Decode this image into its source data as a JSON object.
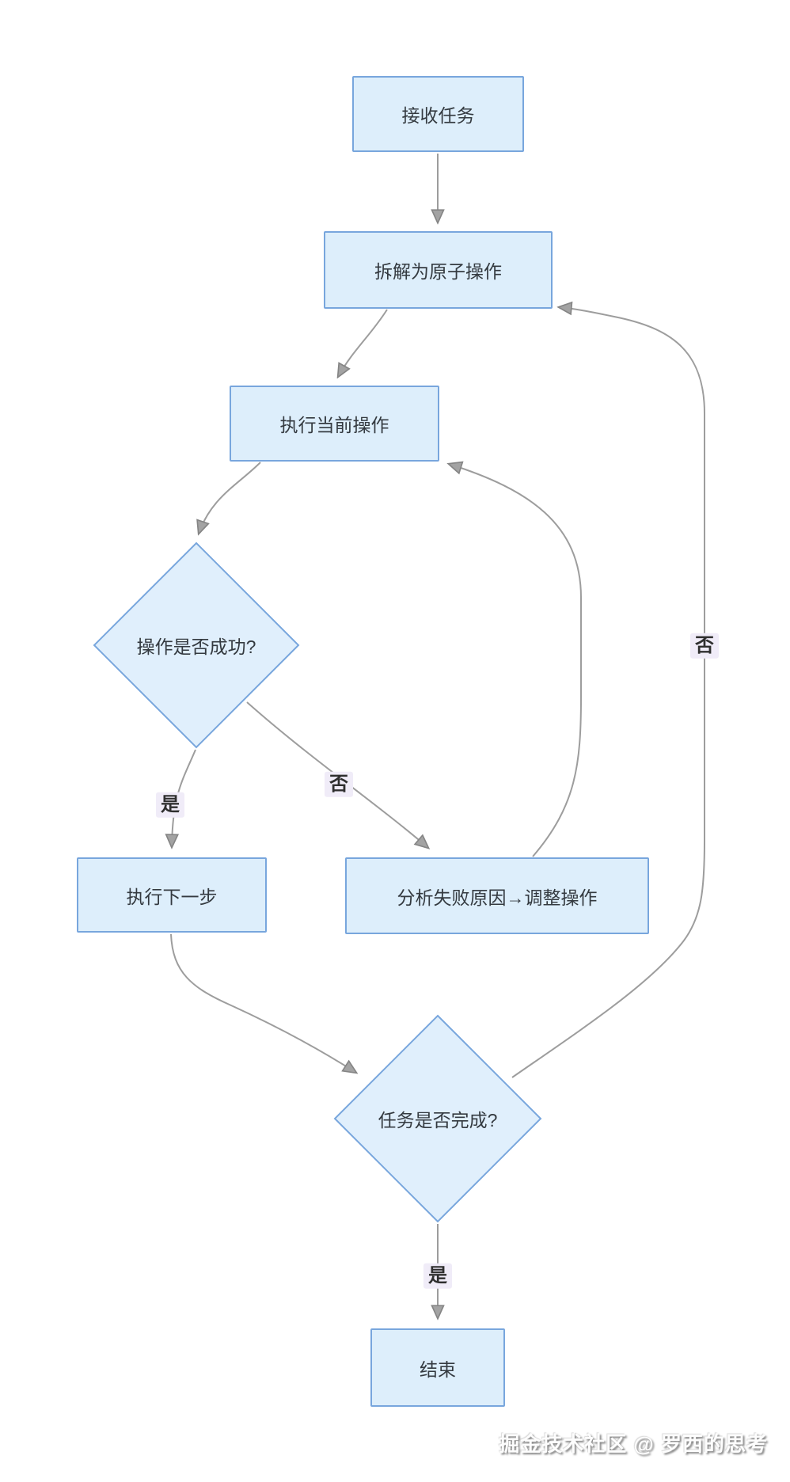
{
  "theme": {
    "background": "#ffffff",
    "node_fill": "#ddeefb",
    "node_border": "#78a6dd",
    "edge_color": "#9d9d9d",
    "text_color": "#343a40",
    "edge_label_bg": "#f0ecf8"
  },
  "diagram": {
    "type": "flowchart",
    "direction": "top-down",
    "nodes": [
      {
        "id": "receive",
        "shape": "rect",
        "label": "接收任务"
      },
      {
        "id": "decompose",
        "shape": "rect",
        "label": "拆解为原子操作"
      },
      {
        "id": "execute",
        "shape": "rect",
        "label": "执行当前操作"
      },
      {
        "id": "check_success",
        "shape": "diamond",
        "label": "操作是否成功?"
      },
      {
        "id": "next_step",
        "shape": "rect",
        "label": "执行下一步"
      },
      {
        "id": "analyze",
        "shape": "rect",
        "label": "分析失败原因→调整操作"
      },
      {
        "id": "check_done",
        "shape": "diamond",
        "label": "任务是否完成?"
      },
      {
        "id": "end",
        "shape": "rect",
        "label": "结束"
      }
    ],
    "edges": [
      {
        "from": "receive",
        "to": "decompose",
        "label": ""
      },
      {
        "from": "decompose",
        "to": "execute",
        "label": ""
      },
      {
        "from": "execute",
        "to": "check_success",
        "label": ""
      },
      {
        "from": "check_success",
        "to": "next_step",
        "label": "是"
      },
      {
        "from": "check_success",
        "to": "analyze",
        "label": "否"
      },
      {
        "from": "analyze",
        "to": "execute",
        "label": ""
      },
      {
        "from": "next_step",
        "to": "check_done",
        "label": ""
      },
      {
        "from": "check_done",
        "to": "end",
        "label": "是"
      },
      {
        "from": "check_done",
        "to": "decompose",
        "label": "否"
      }
    ]
  },
  "watermark": "掘金技术社区 @ 罗西的思考"
}
